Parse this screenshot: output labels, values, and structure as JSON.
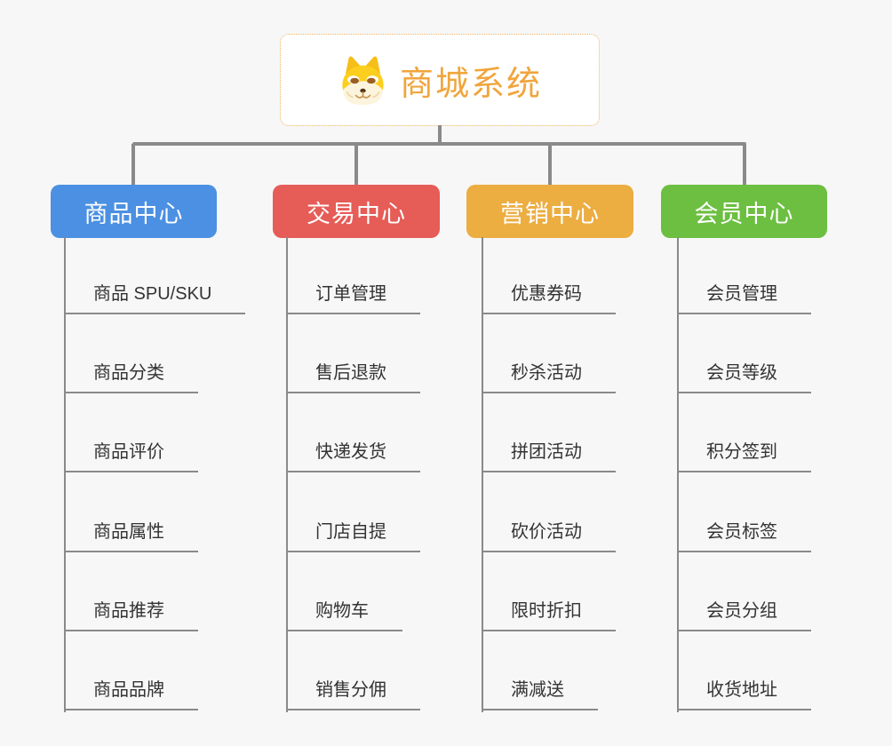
{
  "root": {
    "title": "商城系统",
    "icon": "doge-icon"
  },
  "branches": [
    {
      "label": "商品中心",
      "color": "#4b90e2",
      "children": [
        "商品 SPU/SKU",
        "商品分类",
        "商品评价",
        "商品属性",
        "商品推荐",
        "商品品牌"
      ]
    },
    {
      "label": "交易中心",
      "color": "#e65c57",
      "children": [
        "订单管理",
        "售后退款",
        "快递发货",
        "门店自提",
        "购物车",
        "销售分佣"
      ]
    },
    {
      "label": "营销中心",
      "color": "#ecad41",
      "children": [
        "优惠券码",
        "秒杀活动",
        "拼团活动",
        "砍价活动",
        "限时折扣",
        "满减送"
      ]
    },
    {
      "label": "会员中心",
      "color": "#6cbf41",
      "children": [
        "会员管理",
        "会员等级",
        "积分签到",
        "会员标签",
        "会员分组",
        "收货地址"
      ]
    }
  ],
  "colors": {
    "background": "#f7f7f7",
    "connector": "#8a8a8a",
    "root_border": "#f0b25a",
    "root_title": "#f0a53c",
    "leaf_text": "#333333"
  }
}
